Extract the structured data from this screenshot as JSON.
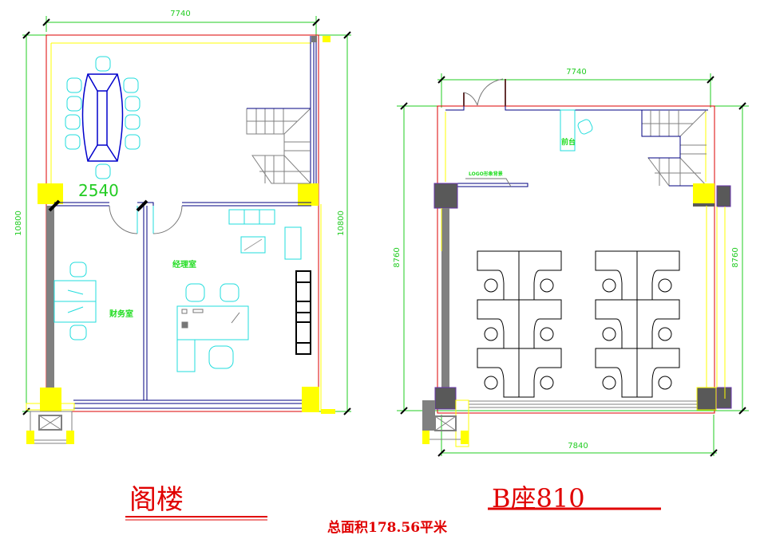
{
  "colors": {
    "wall_outline": "#dd0000",
    "wall_blue": "#000080",
    "dimension": "#22cc22",
    "furniture": "#22dddd",
    "column": "#ffff00",
    "title": "#e00000"
  },
  "left_plan": {
    "name": "阁楼",
    "dim_top": "7740",
    "dim_left": "10800",
    "dim_right": "10800",
    "inner_dim": "2540",
    "rooms": [
      {
        "label": "经理室"
      },
      {
        "label": "财务室"
      }
    ]
  },
  "right_plan": {
    "name": "B座810",
    "dim_top": "7740",
    "dim_left": "8760",
    "dim_right": "8760",
    "dim_bottom": "7840",
    "labels": {
      "reception": "前台",
      "logo_wall": "LOGO形象背景"
    }
  },
  "total_area": "总面积178.56平米"
}
